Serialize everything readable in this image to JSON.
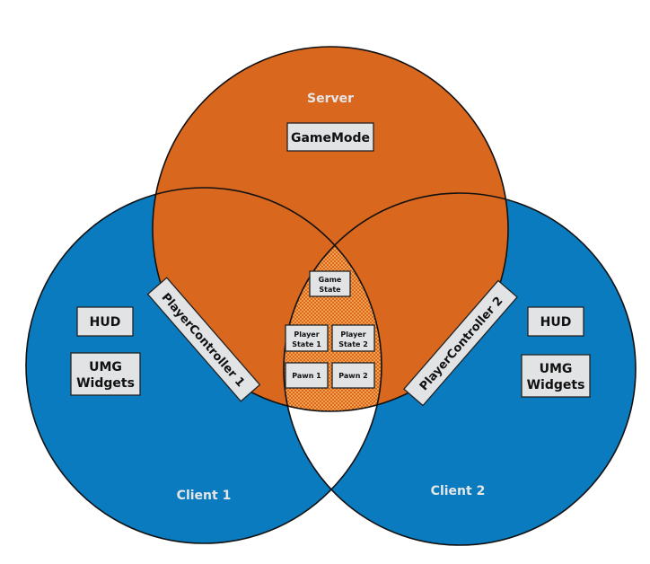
{
  "diagram": {
    "type": "venn",
    "colors": {
      "server": "#d9671e",
      "client": "#0a7bbf",
      "overlap_pattern_dark": "#d9671e",
      "overlap_pattern_light": "#f2a24e",
      "box_fill": "#e2e3e5",
      "outline": "#111111",
      "label_text": "#e4e6e8"
    },
    "regions": {
      "server": {
        "label": "Server"
      },
      "client1": {
        "label": "Client 1"
      },
      "client2": {
        "label": "Client 2"
      }
    },
    "boxes": {
      "gamemode": {
        "lines": [
          "GameMode"
        ]
      },
      "gamestate": {
        "lines": [
          "Game",
          "State"
        ]
      },
      "playerstate1": {
        "lines": [
          "Player",
          "State 1"
        ]
      },
      "playerstate2": {
        "lines": [
          "Player",
          "State 2"
        ]
      },
      "pawn1": {
        "lines": [
          "Pawn 1"
        ]
      },
      "pawn2": {
        "lines": [
          "Pawn 2"
        ]
      },
      "hud1": {
        "lines": [
          "HUD"
        ]
      },
      "umg1": {
        "lines": [
          "UMG",
          "Widgets"
        ]
      },
      "hud2": {
        "lines": [
          "HUD"
        ]
      },
      "umg2": {
        "lines": [
          "UMG",
          "Widgets"
        ]
      },
      "playercontroller1": {
        "lines": [
          "PlayerController 1"
        ]
      },
      "playercontroller2": {
        "lines": [
          "PlayerController 2"
        ]
      }
    }
  }
}
